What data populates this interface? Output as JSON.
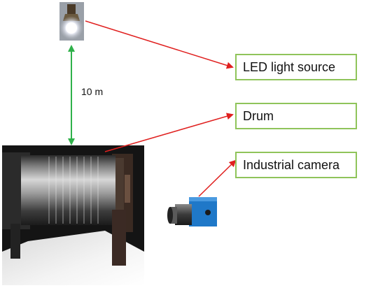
{
  "labels": {
    "led": "LED light source",
    "drum": "Drum",
    "camera": "Industrial camera"
  },
  "distance": "10 m",
  "colors": {
    "pointer_arrow": "#e0201f",
    "distance_arrow": "#2fb14a",
    "label_border": "#8fc45a"
  },
  "icons": [
    "led-lamp-icon",
    "industrial-camera-icon"
  ]
}
